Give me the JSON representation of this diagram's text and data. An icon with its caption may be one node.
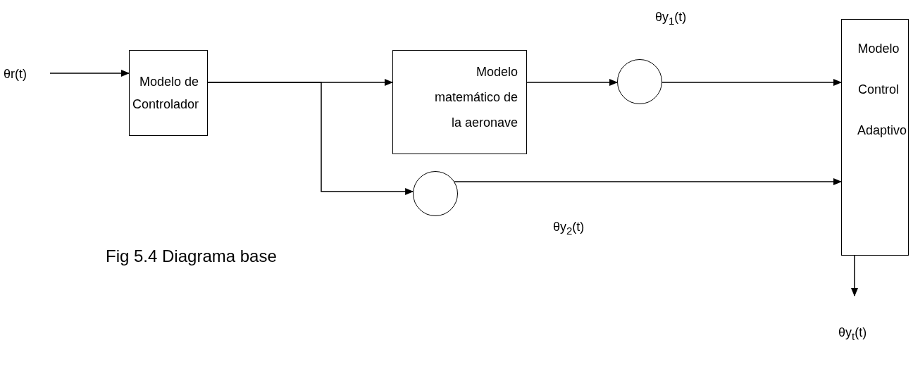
{
  "diagram": {
    "caption": "Fig 5.4 Diagrama base",
    "nodes": [
      {
        "text": [
          "θr(t)"
        ]
      },
      {
        "text": [
          "Modelo de Controlador"
        ]
      },
      {
        "text": [
          "Modelo matemático de la aeronave"
        ]
      },
      {
        "text": [],
        "shape": "circle"
      },
      {
        "text": [],
        "shape": "circle"
      },
      {
        "text": [
          "Modelo Control Adaptivo"
        ]
      }
    ],
    "edges": [
      {
        "from": 0,
        "to": 1,
        "arrow": "to"
      },
      {
        "from": 1,
        "to": 2,
        "arrow": "to"
      },
      {
        "from": 1,
        "to": 4,
        "arrow": "to"
      },
      {
        "from": 2,
        "to": 3,
        "arrow": "to"
      },
      {
        "from": 3,
        "to": 5,
        "arrow": "to"
      },
      {
        "from": 4,
        "to": 5,
        "arrow": "to"
      },
      {
        "from": 5,
        "to": null,
        "arrow": "to"
      }
    ],
    "labels": [
      "θy$_{1}$(t)",
      "θy$_{2}$(t)",
      "θy$_{t}$(t)"
    ]
  }
}
